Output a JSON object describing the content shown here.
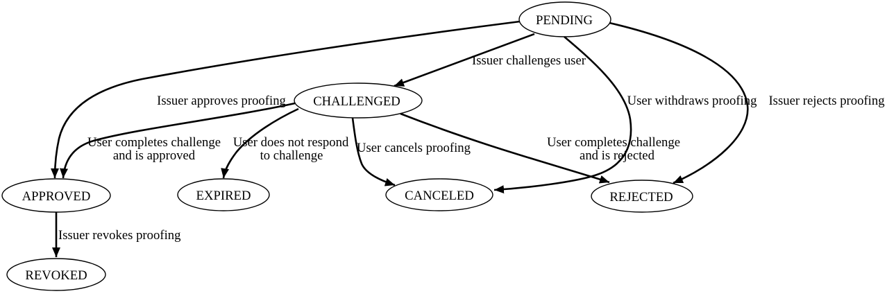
{
  "diagram": {
    "type": "state-machine",
    "background_color": "#ffffff",
    "line_color": "#000000",
    "text_color": "#000000",
    "nodes": [
      {
        "id": "pending",
        "label": "PENDING"
      },
      {
        "id": "challenged",
        "label": "CHALLENGED"
      },
      {
        "id": "approved",
        "label": "APPROVED"
      },
      {
        "id": "expired",
        "label": "EXPIRED"
      },
      {
        "id": "canceled",
        "label": "CANCELED"
      },
      {
        "id": "rejected",
        "label": "REJECTED"
      },
      {
        "id": "revoked",
        "label": "REVOKED"
      }
    ],
    "edges": [
      {
        "from": "PENDING",
        "to": "CHALLENGED",
        "lines": [
          "Issuer challenges user"
        ]
      },
      {
        "from": "PENDING",
        "to": "APPROVED",
        "lines": [
          "Issuer approves proofing"
        ]
      },
      {
        "from": "PENDING",
        "to": "CANCELED",
        "lines": [
          "User withdraws proofing"
        ]
      },
      {
        "from": "PENDING",
        "to": "REJECTED",
        "lines": [
          "Issuer rejects proofing"
        ]
      },
      {
        "from": "CHALLENGED",
        "to": "APPROVED",
        "lines": [
          "User completes challenge",
          "and is approved"
        ]
      },
      {
        "from": "CHALLENGED",
        "to": "EXPIRED",
        "lines": [
          "User does not respond",
          "to challenge"
        ]
      },
      {
        "from": "CHALLENGED",
        "to": "CANCELED",
        "lines": [
          "User cancels proofing"
        ]
      },
      {
        "from": "CHALLENGED",
        "to": "REJECTED",
        "lines": [
          "User completes challenge",
          "and is rejected"
        ]
      },
      {
        "from": "APPROVED",
        "to": "REVOKED",
        "lines": [
          "Issuer revokes proofing"
        ]
      }
    ]
  }
}
